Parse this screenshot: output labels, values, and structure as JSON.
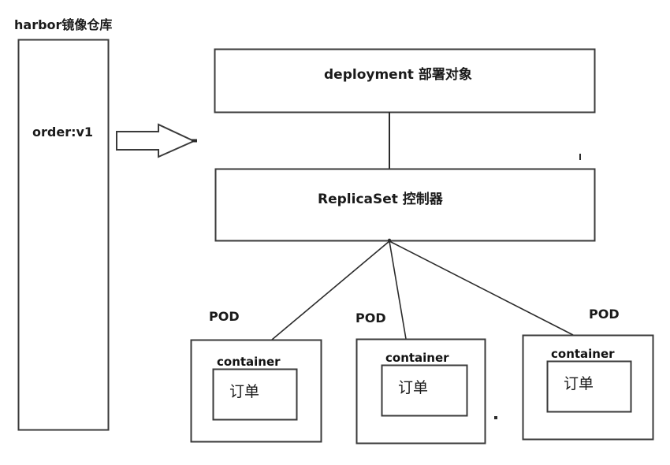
{
  "diagram": {
    "title": "harbor镜像仓库",
    "registry": {
      "image_label": "order:v1"
    },
    "flow_arrow": "arrow-right-block",
    "nodes": [
      {
        "id": "deployment",
        "name": "deployment",
        "cn": "部署对象",
        "text": "deployment    部署对象"
      },
      {
        "id": "replicaset",
        "name": "ReplicaSet",
        "cn": "控制器",
        "text": "ReplicaSet    控制器"
      }
    ],
    "pods": [
      {
        "label": "POD",
        "container_label": "container",
        "app_label": "订单"
      },
      {
        "label": "POD",
        "container_label": "container",
        "app_label": "订单"
      },
      {
        "label": "POD",
        "container_label": "container",
        "app_label": "订单"
      }
    ],
    "colors": {
      "stroke": "#3a3a3a",
      "text": "#1a1a1a",
      "background": "#ffffff"
    }
  }
}
